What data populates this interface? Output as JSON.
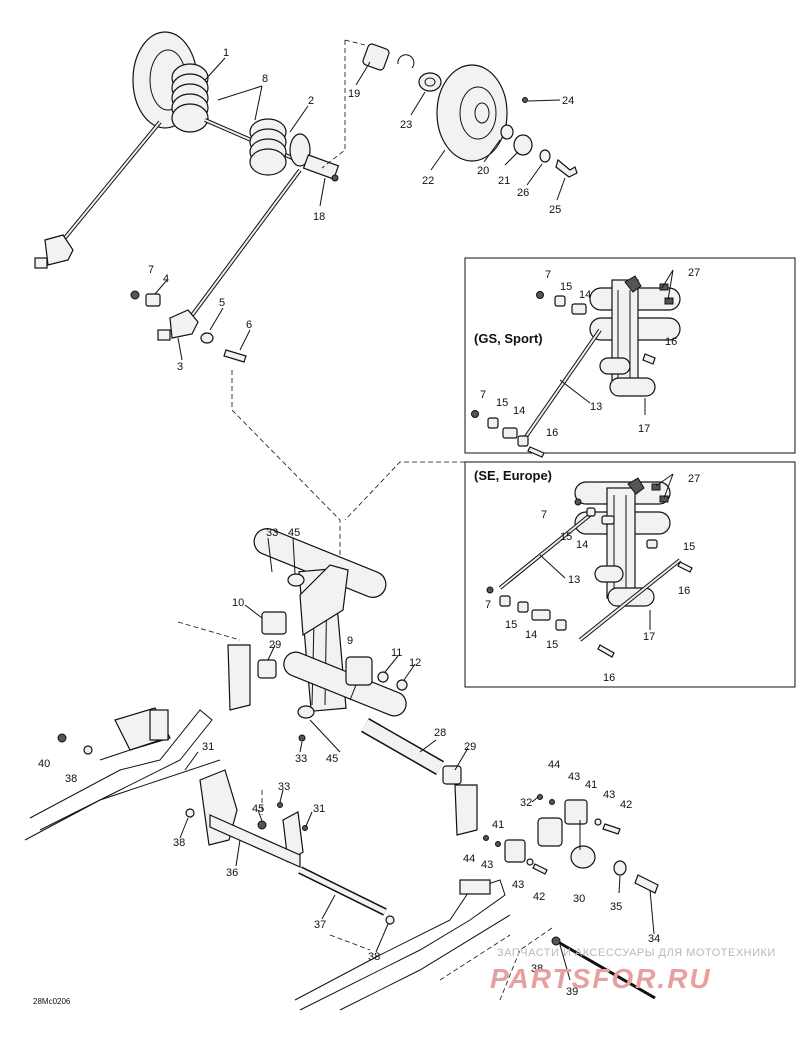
{
  "diagram": {
    "code": "28Mc0206",
    "variant_labels": {
      "gs_sport": "(GS, Sport)",
      "se_europe": "(SE, Europe)"
    },
    "callouts": {
      "n1": "1",
      "n2": "2",
      "n3": "3",
      "n4": "4",
      "n5": "5",
      "n6": "6",
      "n7": "7",
      "n8": "8",
      "n9": "9",
      "n10": "10",
      "n11": "11",
      "n12": "12",
      "n13": "13",
      "n14": "14",
      "n15": "15",
      "n16": "16",
      "n17": "17",
      "n18": "18",
      "n19": "19",
      "n20": "20",
      "n21": "21",
      "n22": "22",
      "n23": "23",
      "n24": "24",
      "n25": "25",
      "n26": "26",
      "n27": "27",
      "n28": "28",
      "n29": "29",
      "n30": "30",
      "n31": "31",
      "n32": "32",
      "n33": "33",
      "n34": "34",
      "n35": "35",
      "n36": "36",
      "n37": "37",
      "n38": "38",
      "n39": "39",
      "n40": "40",
      "n41": "41",
      "n42": "42",
      "n43": "43",
      "n44": "44",
      "n45": "45"
    }
  },
  "watermark": {
    "text": "ЗАПЧАСТИ И АКСЕССУАРЫ ДЛЯ МОТОТЕХНИКИ",
    "logo": "PARTSFOR.RU"
  }
}
